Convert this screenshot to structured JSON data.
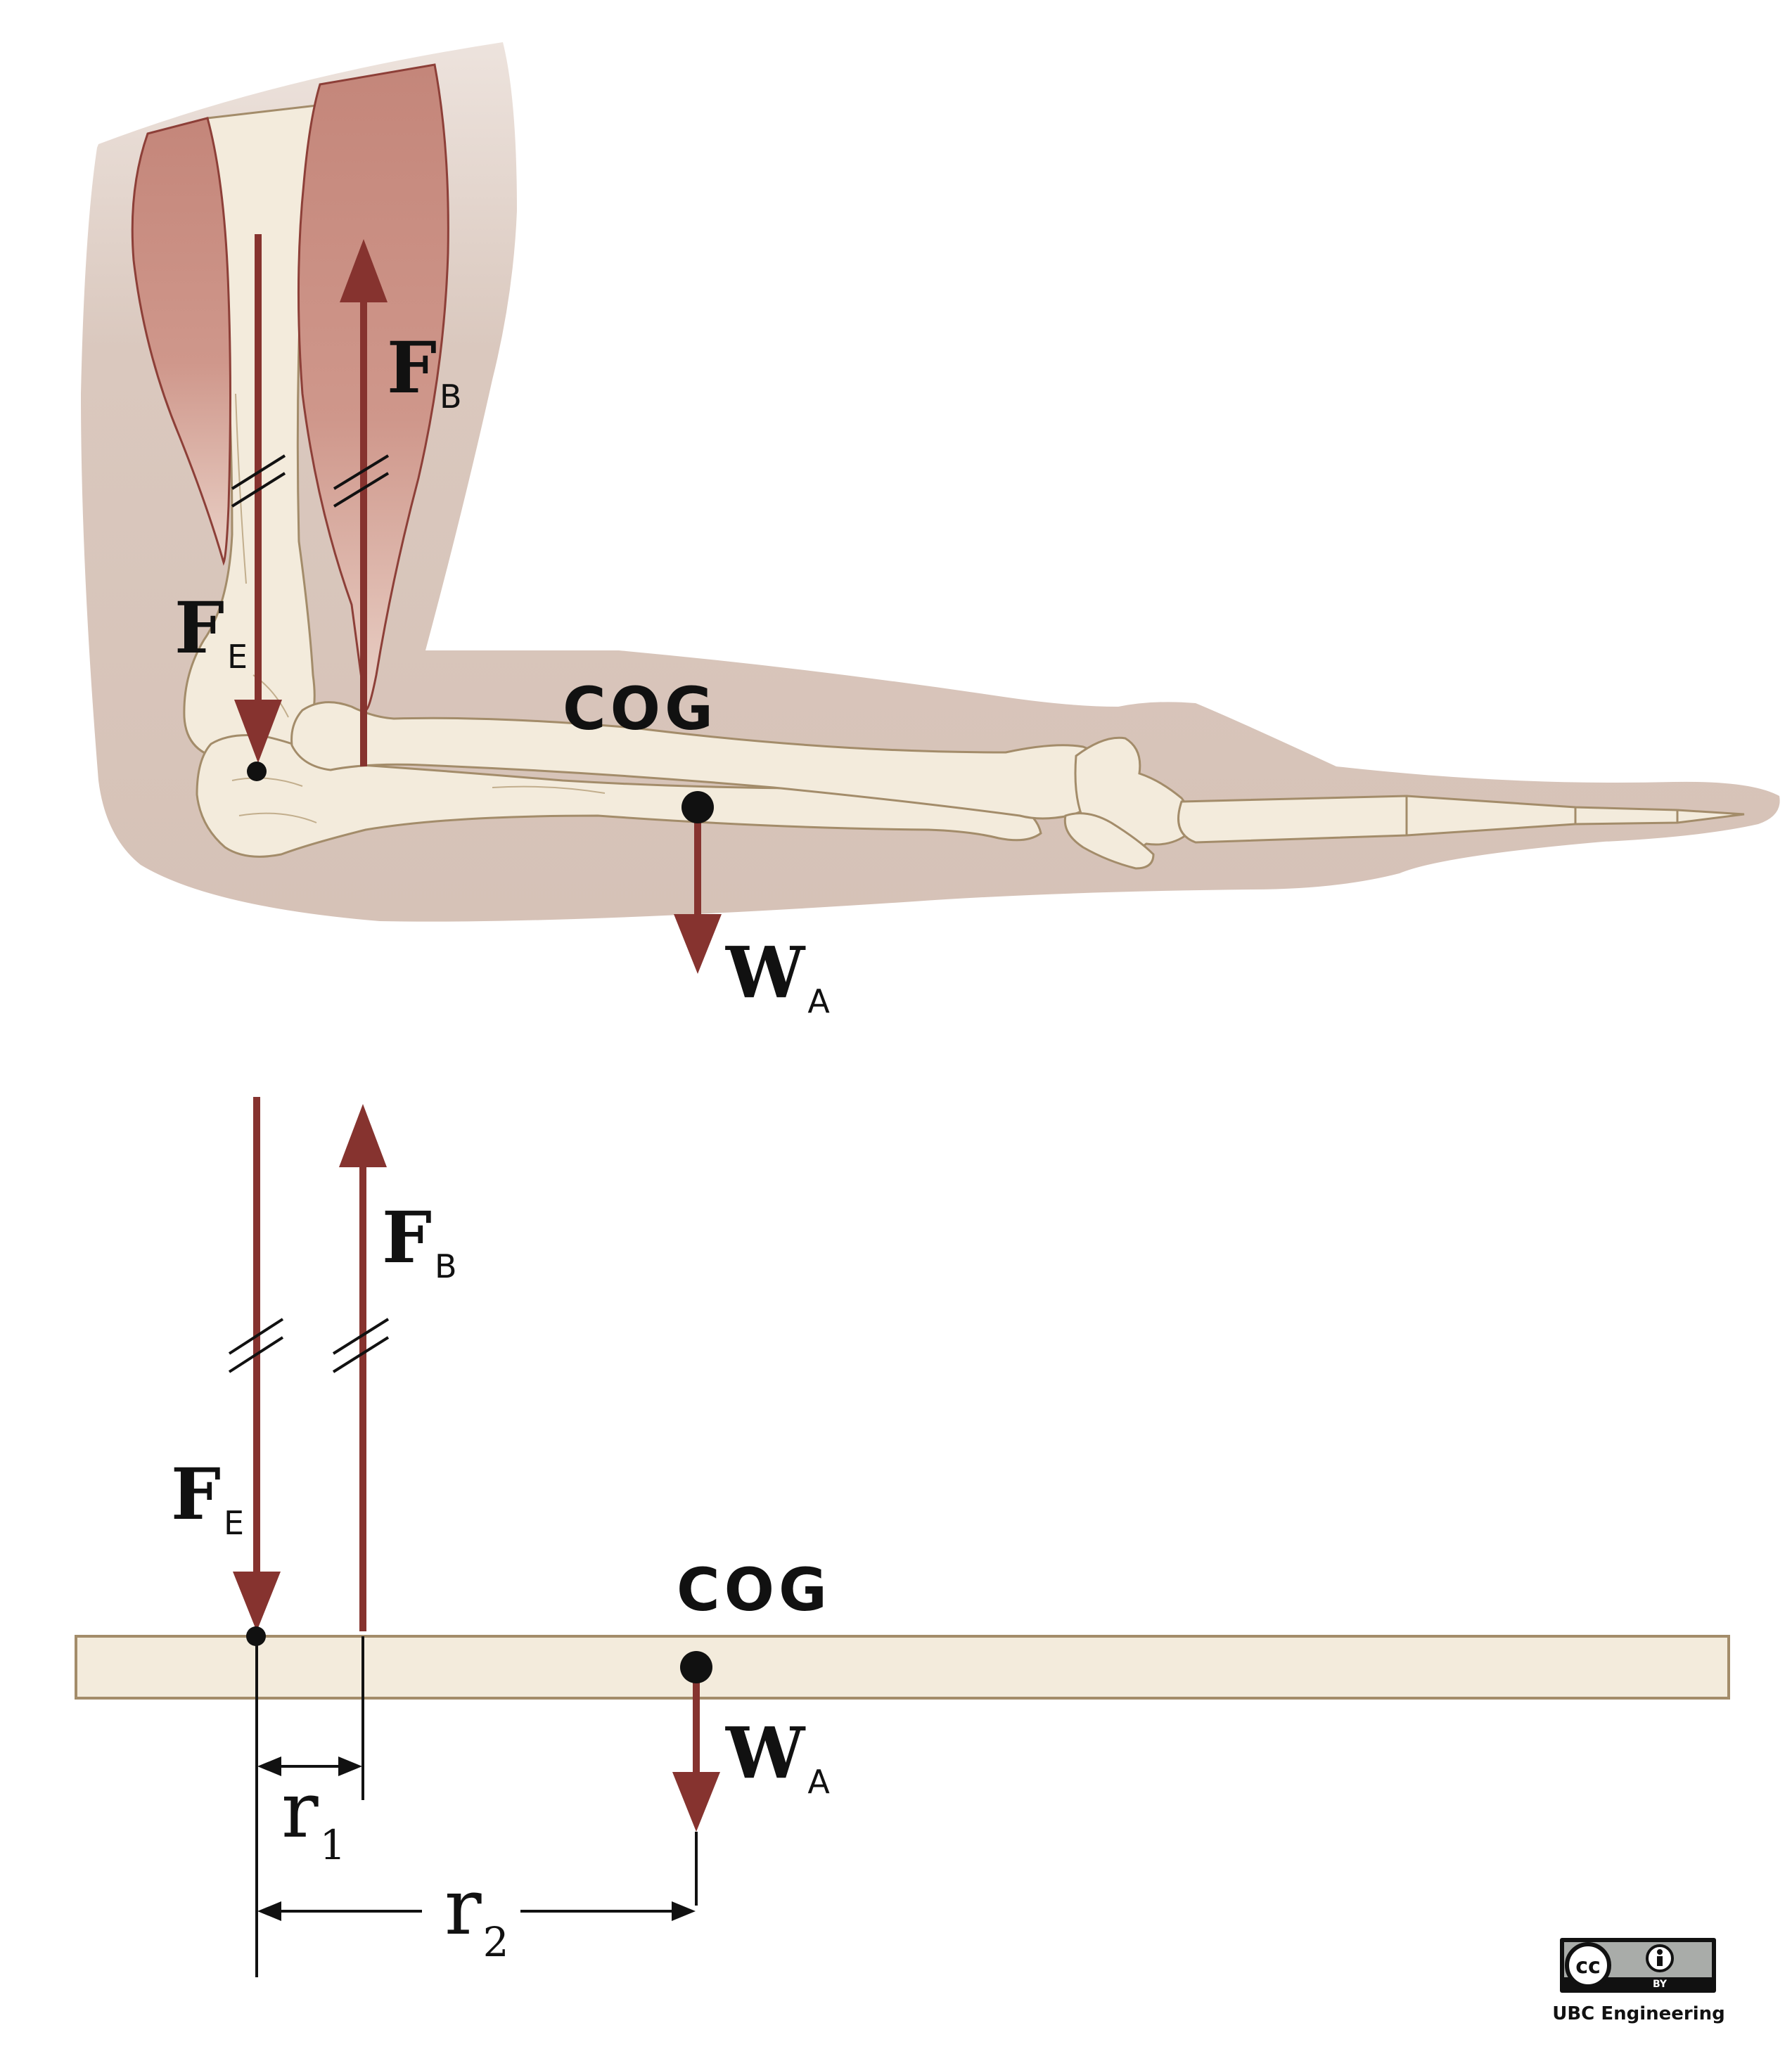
{
  "top": {
    "fb": {
      "main": "F",
      "sub": "B"
    },
    "fe": {
      "main": "F",
      "sub": "E"
    },
    "wa": {
      "main": "W",
      "sub": "A"
    },
    "cog": "COG"
  },
  "bottom": {
    "fb": {
      "main": "F",
      "sub": "B"
    },
    "fe": {
      "main": "F",
      "sub": "E"
    },
    "wa": {
      "main": "W",
      "sub": "A"
    },
    "cog": "COG",
    "r1": {
      "main": "r",
      "sub": "1"
    },
    "r2": {
      "main": "r",
      "sub": "2"
    }
  },
  "license": {
    "cc": "cc",
    "by": "BY",
    "credit": "UBC Engineering"
  },
  "colors": {
    "arrow": "#86332f",
    "skin": "#d8c5bb",
    "bone": "#f3ebdc",
    "bone_outline": "#a38c6a",
    "muscle": "#c98b7e"
  }
}
